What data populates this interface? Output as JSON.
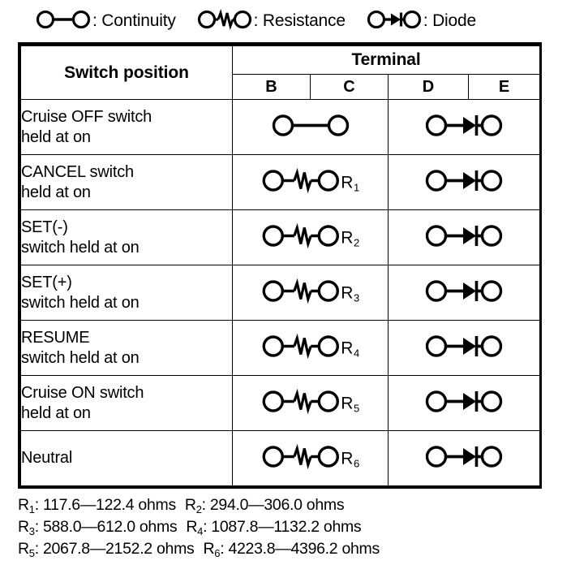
{
  "legend": {
    "items": [
      {
        "icon": "continuity-symbol-icon",
        "label": ": Continuity"
      },
      {
        "icon": "resistance-symbol-icon",
        "label": ": Resistance"
      },
      {
        "icon": "diode-symbol-icon",
        "label": ": Diode"
      }
    ]
  },
  "table": {
    "header": {
      "switch_position": "Switch position",
      "terminal": "Terminal",
      "columns": [
        "B",
        "C",
        "D",
        "E"
      ]
    },
    "rows": [
      {
        "line1": "Cruise OFF switch",
        "line2": "held at on",
        "bc": {
          "type": "continuity",
          "label": ""
        },
        "de": {
          "type": "diode",
          "label": ""
        }
      },
      {
        "line1": "CANCEL switch",
        "line2": "held at on",
        "bc": {
          "type": "resistance",
          "label": "R",
          "sub": "1"
        },
        "de": {
          "type": "diode",
          "label": ""
        }
      },
      {
        "line1": "SET(-)",
        "line2": "switch held at on",
        "bc": {
          "type": "resistance",
          "label": "R",
          "sub": "2"
        },
        "de": {
          "type": "diode",
          "label": ""
        }
      },
      {
        "line1": "SET(+)",
        "line2": "switch held at on",
        "bc": {
          "type": "resistance",
          "label": "R",
          "sub": "3"
        },
        "de": {
          "type": "diode",
          "label": ""
        }
      },
      {
        "line1": "RESUME",
        "line2": "switch held at on",
        "bc": {
          "type": "resistance",
          "label": "R",
          "sub": "4"
        },
        "de": {
          "type": "diode",
          "label": ""
        }
      },
      {
        "line1": "Cruise ON switch",
        "line2": "held at on",
        "bc": {
          "type": "resistance",
          "label": "R",
          "sub": "5"
        },
        "de": {
          "type": "diode",
          "label": ""
        }
      },
      {
        "line1": "Neutral",
        "line2": "",
        "bc": {
          "type": "resistance",
          "label": "R",
          "sub": "6"
        },
        "de": {
          "type": "diode",
          "label": ""
        }
      }
    ]
  },
  "footnotes": {
    "lines": [
      [
        {
          "name": "R",
          "sub": "1",
          "value": ": 117.6—122.4 ohms"
        },
        {
          "name": "R",
          "sub": "2",
          "value": ": 294.0—306.0 ohms"
        }
      ],
      [
        {
          "name": "R",
          "sub": "3",
          "value": ": 588.0—612.0 ohms"
        },
        {
          "name": "R",
          "sub": "4",
          "value": ": 1087.8—1132.2 ohms"
        }
      ],
      [
        {
          "name": "R",
          "sub": "5",
          "value": ": 2067.8—2152.2 ohms"
        },
        {
          "name": "R",
          "sub": "6",
          "value": ": 4223.8—4396.2 ohms"
        }
      ]
    ]
  },
  "colors": {
    "ink": "#000000",
    "paper": "#ffffff"
  }
}
